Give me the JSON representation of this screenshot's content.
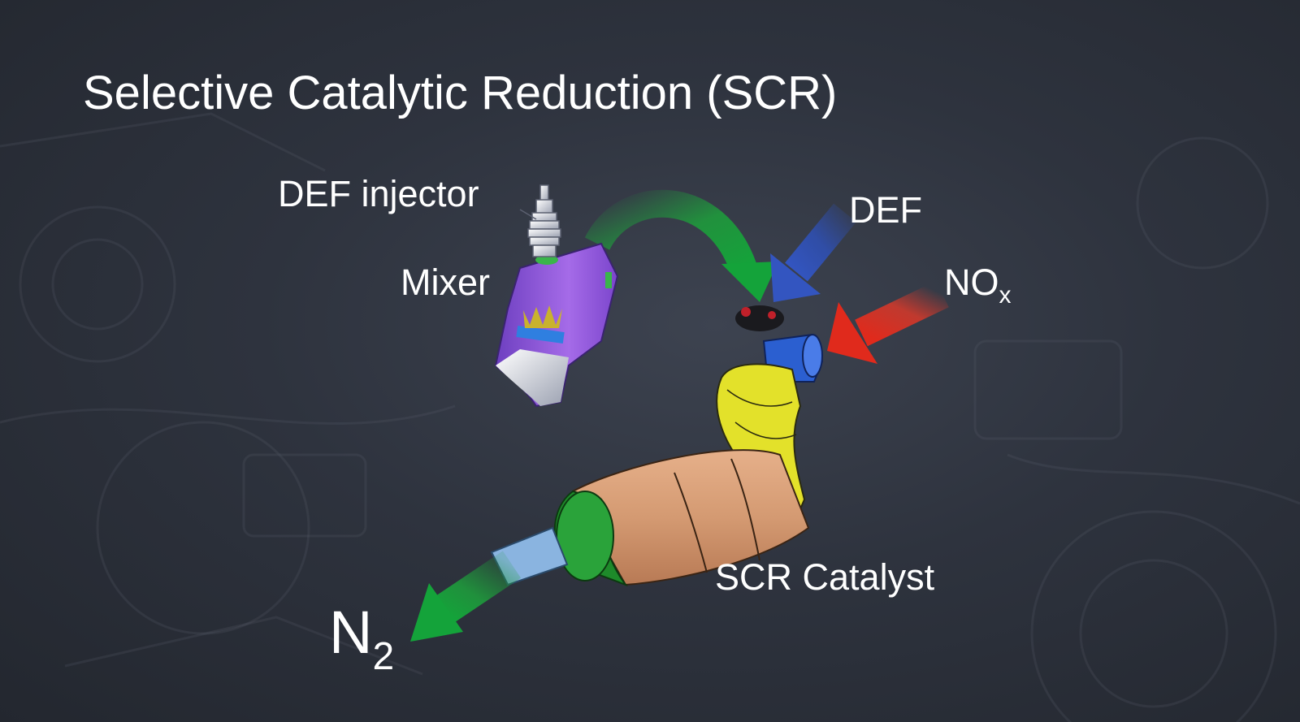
{
  "slide": {
    "title": "Selective Catalytic Reduction (SCR)"
  },
  "labels": {
    "def_injector": "DEF injector",
    "mixer": "Mixer",
    "def": "DEF",
    "nox_main": "NO",
    "nox_sub": "x",
    "scr_catalyst": "SCR Catalyst",
    "n2_main": "N",
    "n2_sub": "2"
  },
  "colors": {
    "background": "#2e333e",
    "text": "#ffffff",
    "arrow_def_flow": "#1f9a3c",
    "arrow_def": "#2f4fb0",
    "arrow_nox": "#d8392a",
    "arrow_n2": "#1f9a3c",
    "mixer_body": "#8e55d8",
    "catalyst_shell": "#d8a07a",
    "inlet_pipe": "#e3e12a",
    "outlet_cone": "#1e8a2a",
    "inlet_flange": "#2b5fd0"
  },
  "icons": [
    "def-injector-icon",
    "mixer-icon",
    "scr-catalyst-icon"
  ]
}
